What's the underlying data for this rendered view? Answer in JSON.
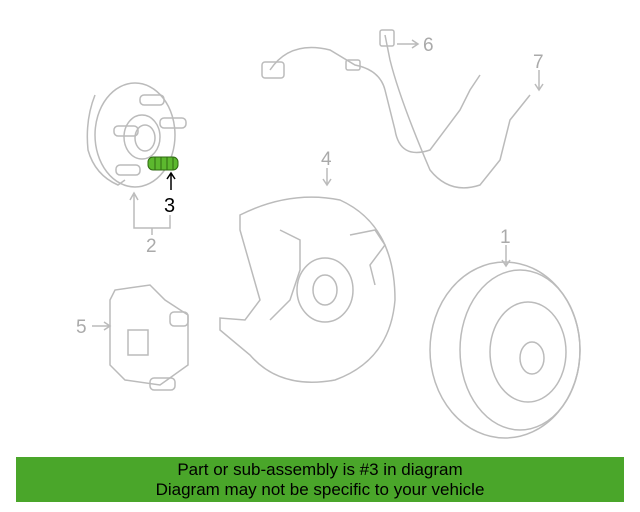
{
  "diagram": {
    "callouts": [
      "1",
      "2",
      "3",
      "4",
      "5",
      "6",
      "7"
    ],
    "highlight_color": "#5cb82e",
    "line_color": "#bbbbbb"
  },
  "banner": {
    "line1": "Part or sub-assembly is #3 in diagram",
    "line2": "Diagram may not be specific to your vehicle",
    "color": "#4aa62a"
  }
}
